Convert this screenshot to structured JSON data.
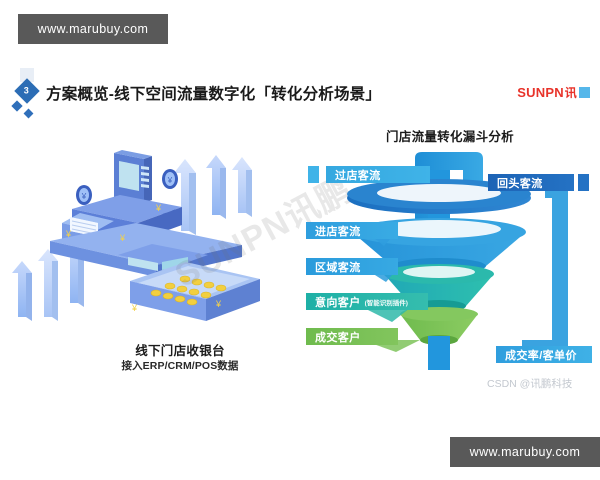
{
  "watermarks": {
    "top_plate": "www.marubuy.com",
    "bottom_plate": "www.marubuy.com",
    "diagonal": "SUNPN讯鹏",
    "csdn": "CSDN @讯鹏科技"
  },
  "header": {
    "badge_number": "3",
    "title": "方案概览-线下空间流量数字化「转化分析场景」",
    "brand_latin": "SUNPN",
    "brand_cn": "讯"
  },
  "left_panel": {
    "caption_title": "线下门店收银台",
    "caption_sub": "接入ERP/CRM/POS数据",
    "illustration_name": "isometric-cash-register"
  },
  "funnel": {
    "title": "门店流量转化漏斗分析",
    "stages": [
      {
        "key": "pass",
        "label": "过店客流",
        "sub": "",
        "color": "#3fb3e8"
      },
      {
        "key": "enter",
        "label": "进店客流",
        "sub": "",
        "color": "#39abe4"
      },
      {
        "key": "area",
        "label": "区域客流",
        "sub": "",
        "color": "#37a9e3"
      },
      {
        "key": "intent",
        "label": "意向客户",
        "sub": "(智能识别插件)",
        "color": "#35bdae"
      },
      {
        "key": "deal",
        "label": "成交客户",
        "sub": "",
        "color": "#82c55d"
      }
    ],
    "side_labels": [
      {
        "key": "return",
        "label": "回头客流",
        "color": "#2472c4"
      },
      {
        "key": "rate",
        "label": "成交率/客单价",
        "color": "#3fb1e6"
      }
    ]
  },
  "colors": {
    "plate_gray": "#595959",
    "brand_red": "#e8332a",
    "accent_blue": "#2f9ede",
    "deep_blue": "#1d63b5",
    "teal": "#1eb0a6",
    "green": "#6fbb4e"
  }
}
